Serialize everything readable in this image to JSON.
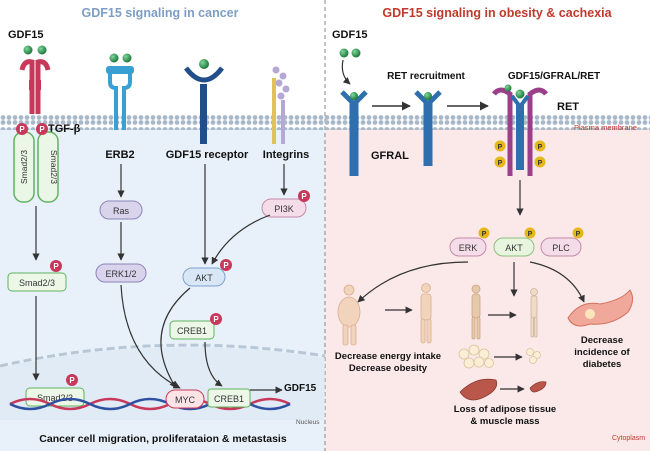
{
  "left_panel": {
    "title": "GDF15 signaling in cancer",
    "ligand": "GDF15",
    "tgf_receptor": "TGF-β",
    "smad_receptor_1": "Smad2/3",
    "smad_receptor_2": "Smad2/3",
    "erb2": "ERB2",
    "gdf15_receptor": "GDF15 receptor",
    "integrins": "Integrins",
    "ras": "Ras",
    "erk12": "ERK1/2",
    "pi3k": "PI3K",
    "akt": "AKT",
    "creb1": "CREB1",
    "smad_cyto": "Smad2/3",
    "smad_nuc": "Smad2/3",
    "myc": "MYC",
    "creb1_nuc": "CREB1",
    "gdf15_out": "GDF15",
    "nucleus": "Nucleus",
    "footer": "Cancer cell migration, proliferataion & metastasis",
    "phospho": "P"
  },
  "right_panel": {
    "title": "GDF15 signaling in obesity & cachexia",
    "ligand": "GDF15",
    "ret_recruitment": "RET recruitment",
    "complex": "GDF15/GFRAL/RET",
    "gfral": "GFRAL",
    "ret": "RET",
    "plasma_membrane": "Plasma membrane",
    "erk": "ERK",
    "akt": "AKT",
    "plc": "PLC",
    "effect_1a": "Decrease energy intake",
    "effect_1b": "Decrease obesity",
    "effect_2a": "Loss of adipose tissue",
    "effect_2b": "& muscle mass",
    "effect_3a": "Decrease",
    "effect_3b": "incidence of",
    "effect_3c": "diabetes",
    "cytoplasm": "Cytoplasm",
    "phospho": "P"
  },
  "colors": {
    "left_bg": "#e8f1fa",
    "right_bg": "#fbe9e9",
    "left_title": "#7d9ec4",
    "right_title": "#c0392b",
    "smad_green": "#5fb35f",
    "phospho_red": "#c8385a",
    "phospho_yellow": "#e3b81a",
    "receptor_blue": "#2f6fae",
    "gdf15_green": "#2e9b52"
  }
}
